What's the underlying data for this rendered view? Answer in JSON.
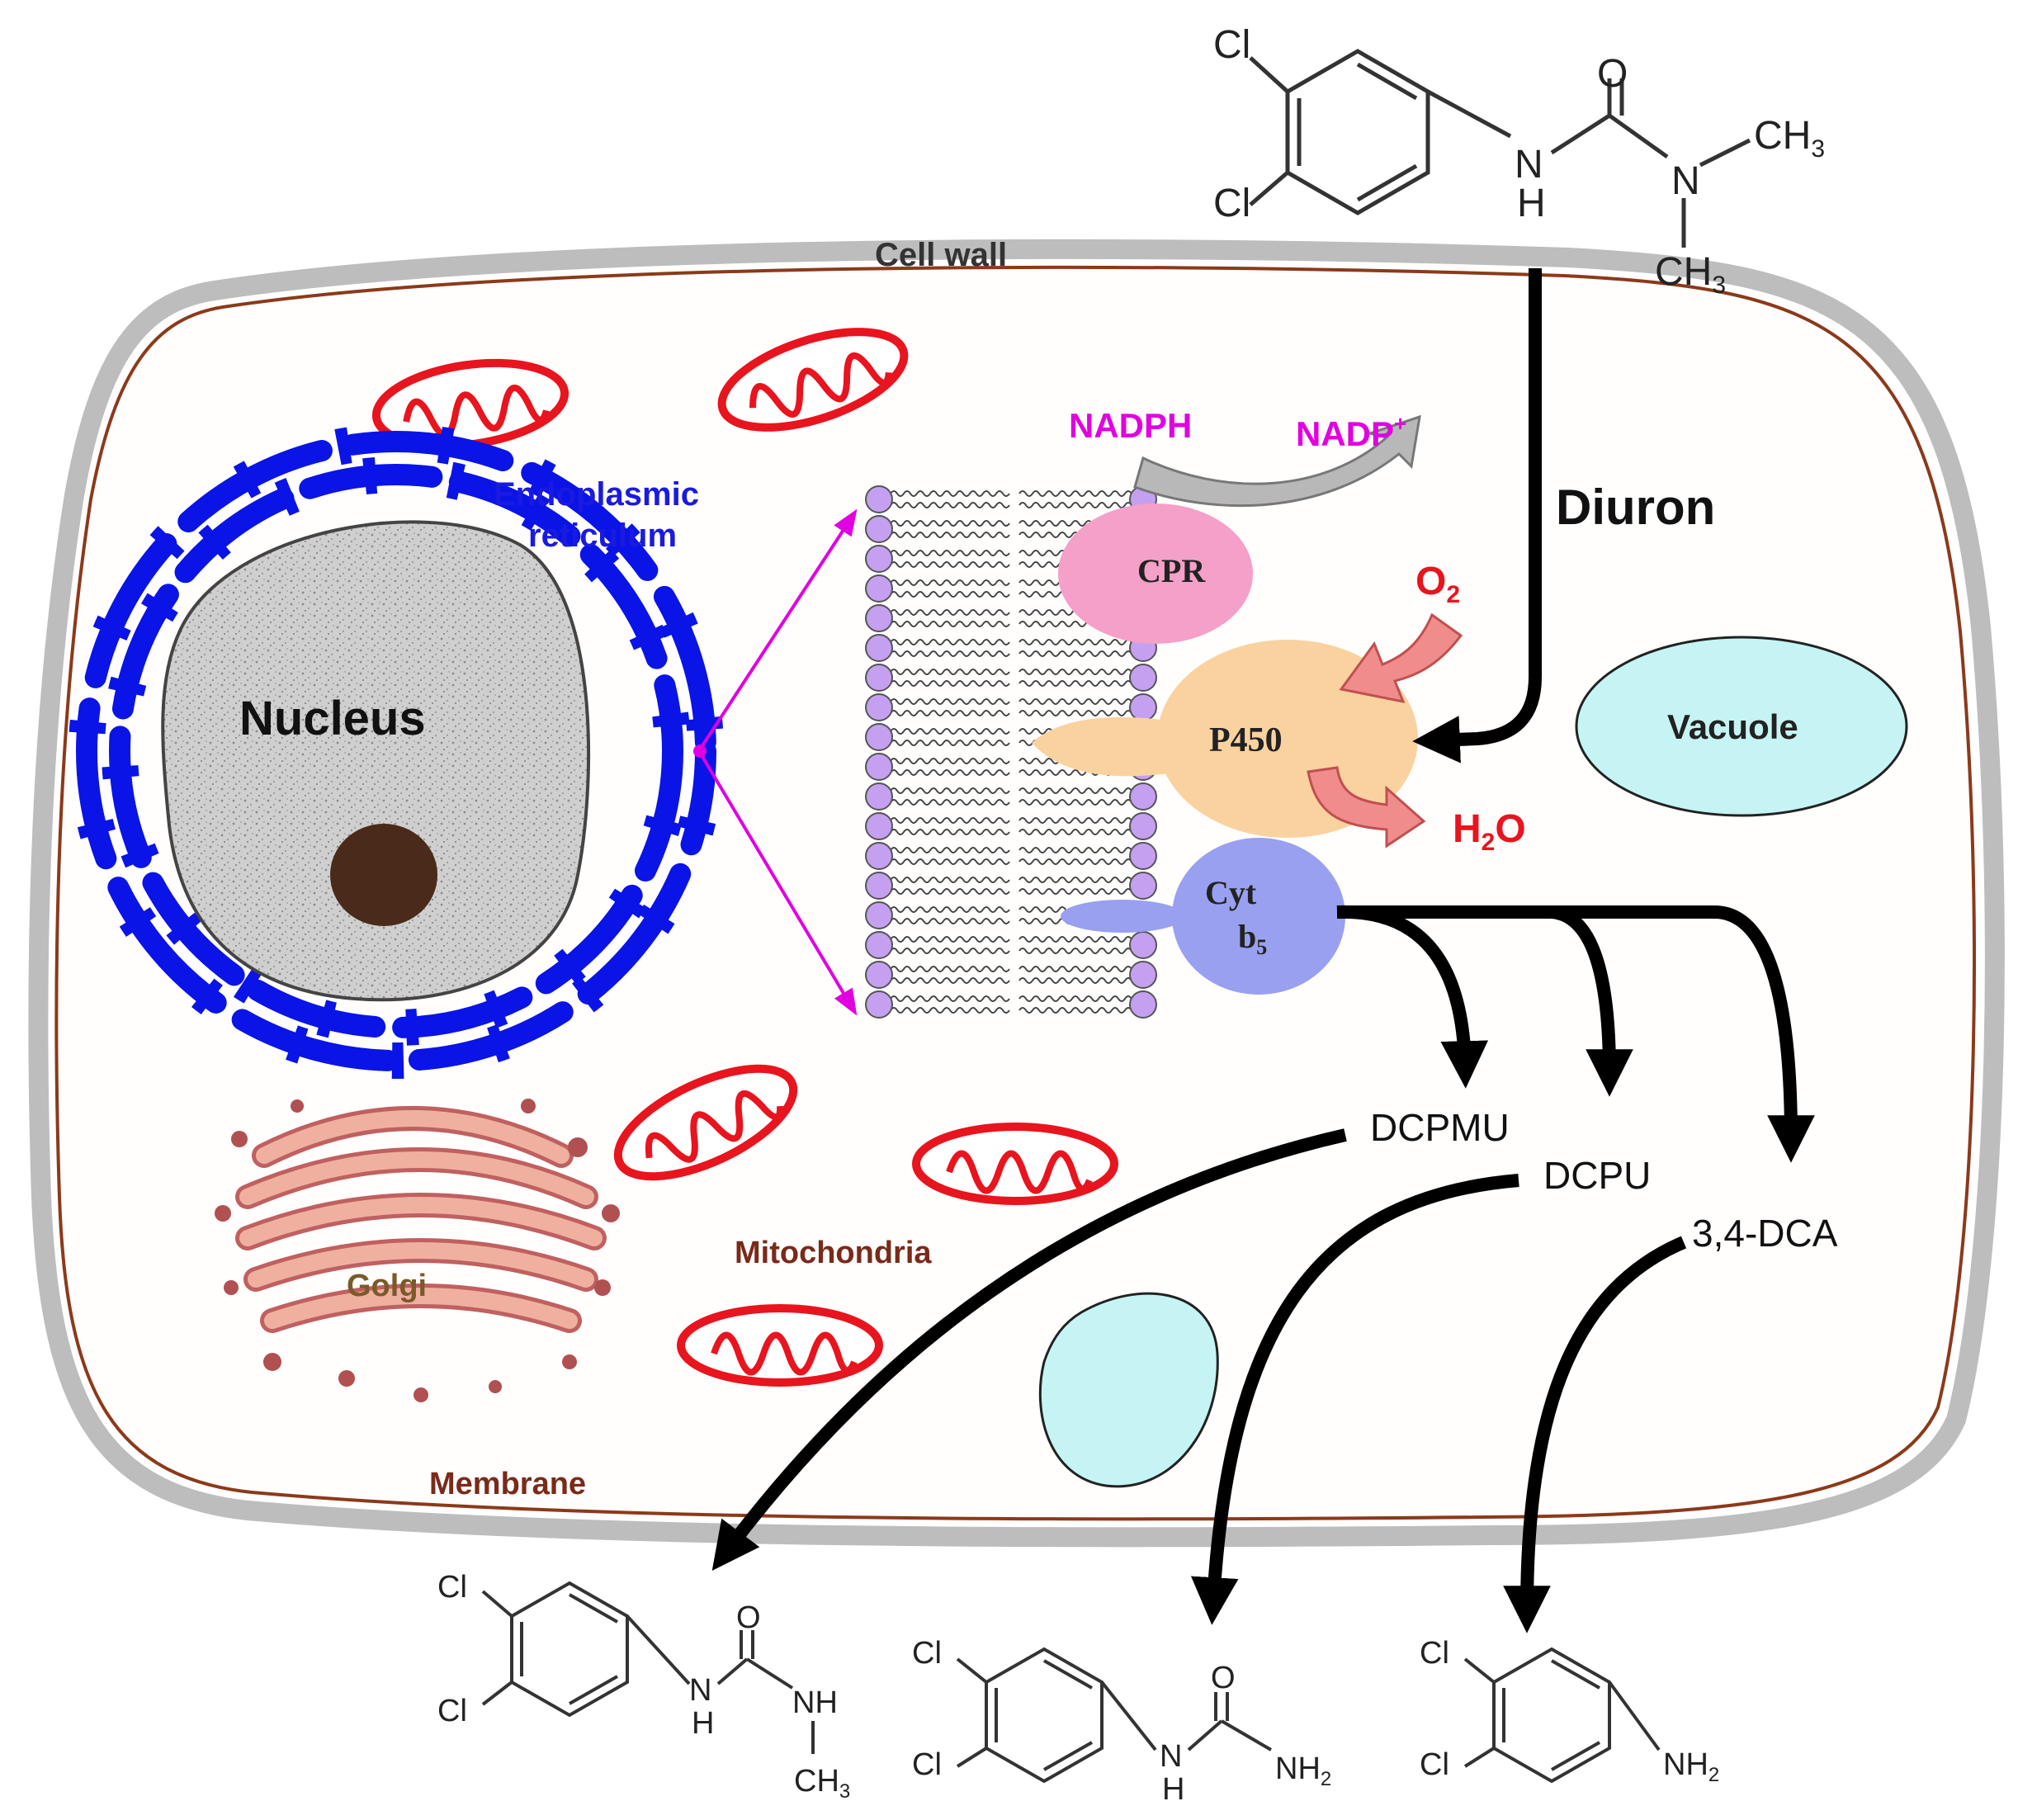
{
  "diagram": {
    "cell_wall": "Cell wall",
    "membrane": "Membrane",
    "nucleus": "Nucleus",
    "er_line1": "Endoplasmic",
    "er_line2": "reticulum",
    "golgi": "Golgi",
    "mitochondria": "Mitochondria",
    "vacuole": "Vacuole",
    "nadph": "NADPH",
    "nadp": "NADP",
    "nadp_sup": "+",
    "cpr": "CPR",
    "p450": "P450",
    "cyt_line1": "Cyt",
    "cyt_line2": "b",
    "cyt_sub": "5",
    "o2": "O",
    "o2_sub": "2",
    "h2o_h": "H",
    "h2o_sub": "2",
    "h2o_o": "O",
    "diuron": "Diuron",
    "products": [
      "DCPMU",
      "DCPU",
      "3,4-DCA"
    ]
  },
  "molecules": {
    "cl": "Cl",
    "o": "O",
    "n": "N",
    "h": "H",
    "nh": "NH",
    "nh2": "NH",
    "sub2": "2",
    "ch3": "CH",
    "sub3": "3"
  },
  "colors": {
    "wall": "#bdbdbd",
    "membrane": "#8b3a1a",
    "er": "#0a14e6",
    "nucleus": "#c8c8c8",
    "nucleolus": "#4a2a1a",
    "mito": "#e8141e",
    "golgi": "#e8a090",
    "vacuole": "#c6f4f4",
    "cpr": "#f4a0c8",
    "p450": "#fad2a0",
    "cyt": "#9aa0f0",
    "lipid_head": "#c6a0f0",
    "magenta": "#e000e0",
    "red": "#e8141e",
    "salmon": "#f08c8c"
  }
}
